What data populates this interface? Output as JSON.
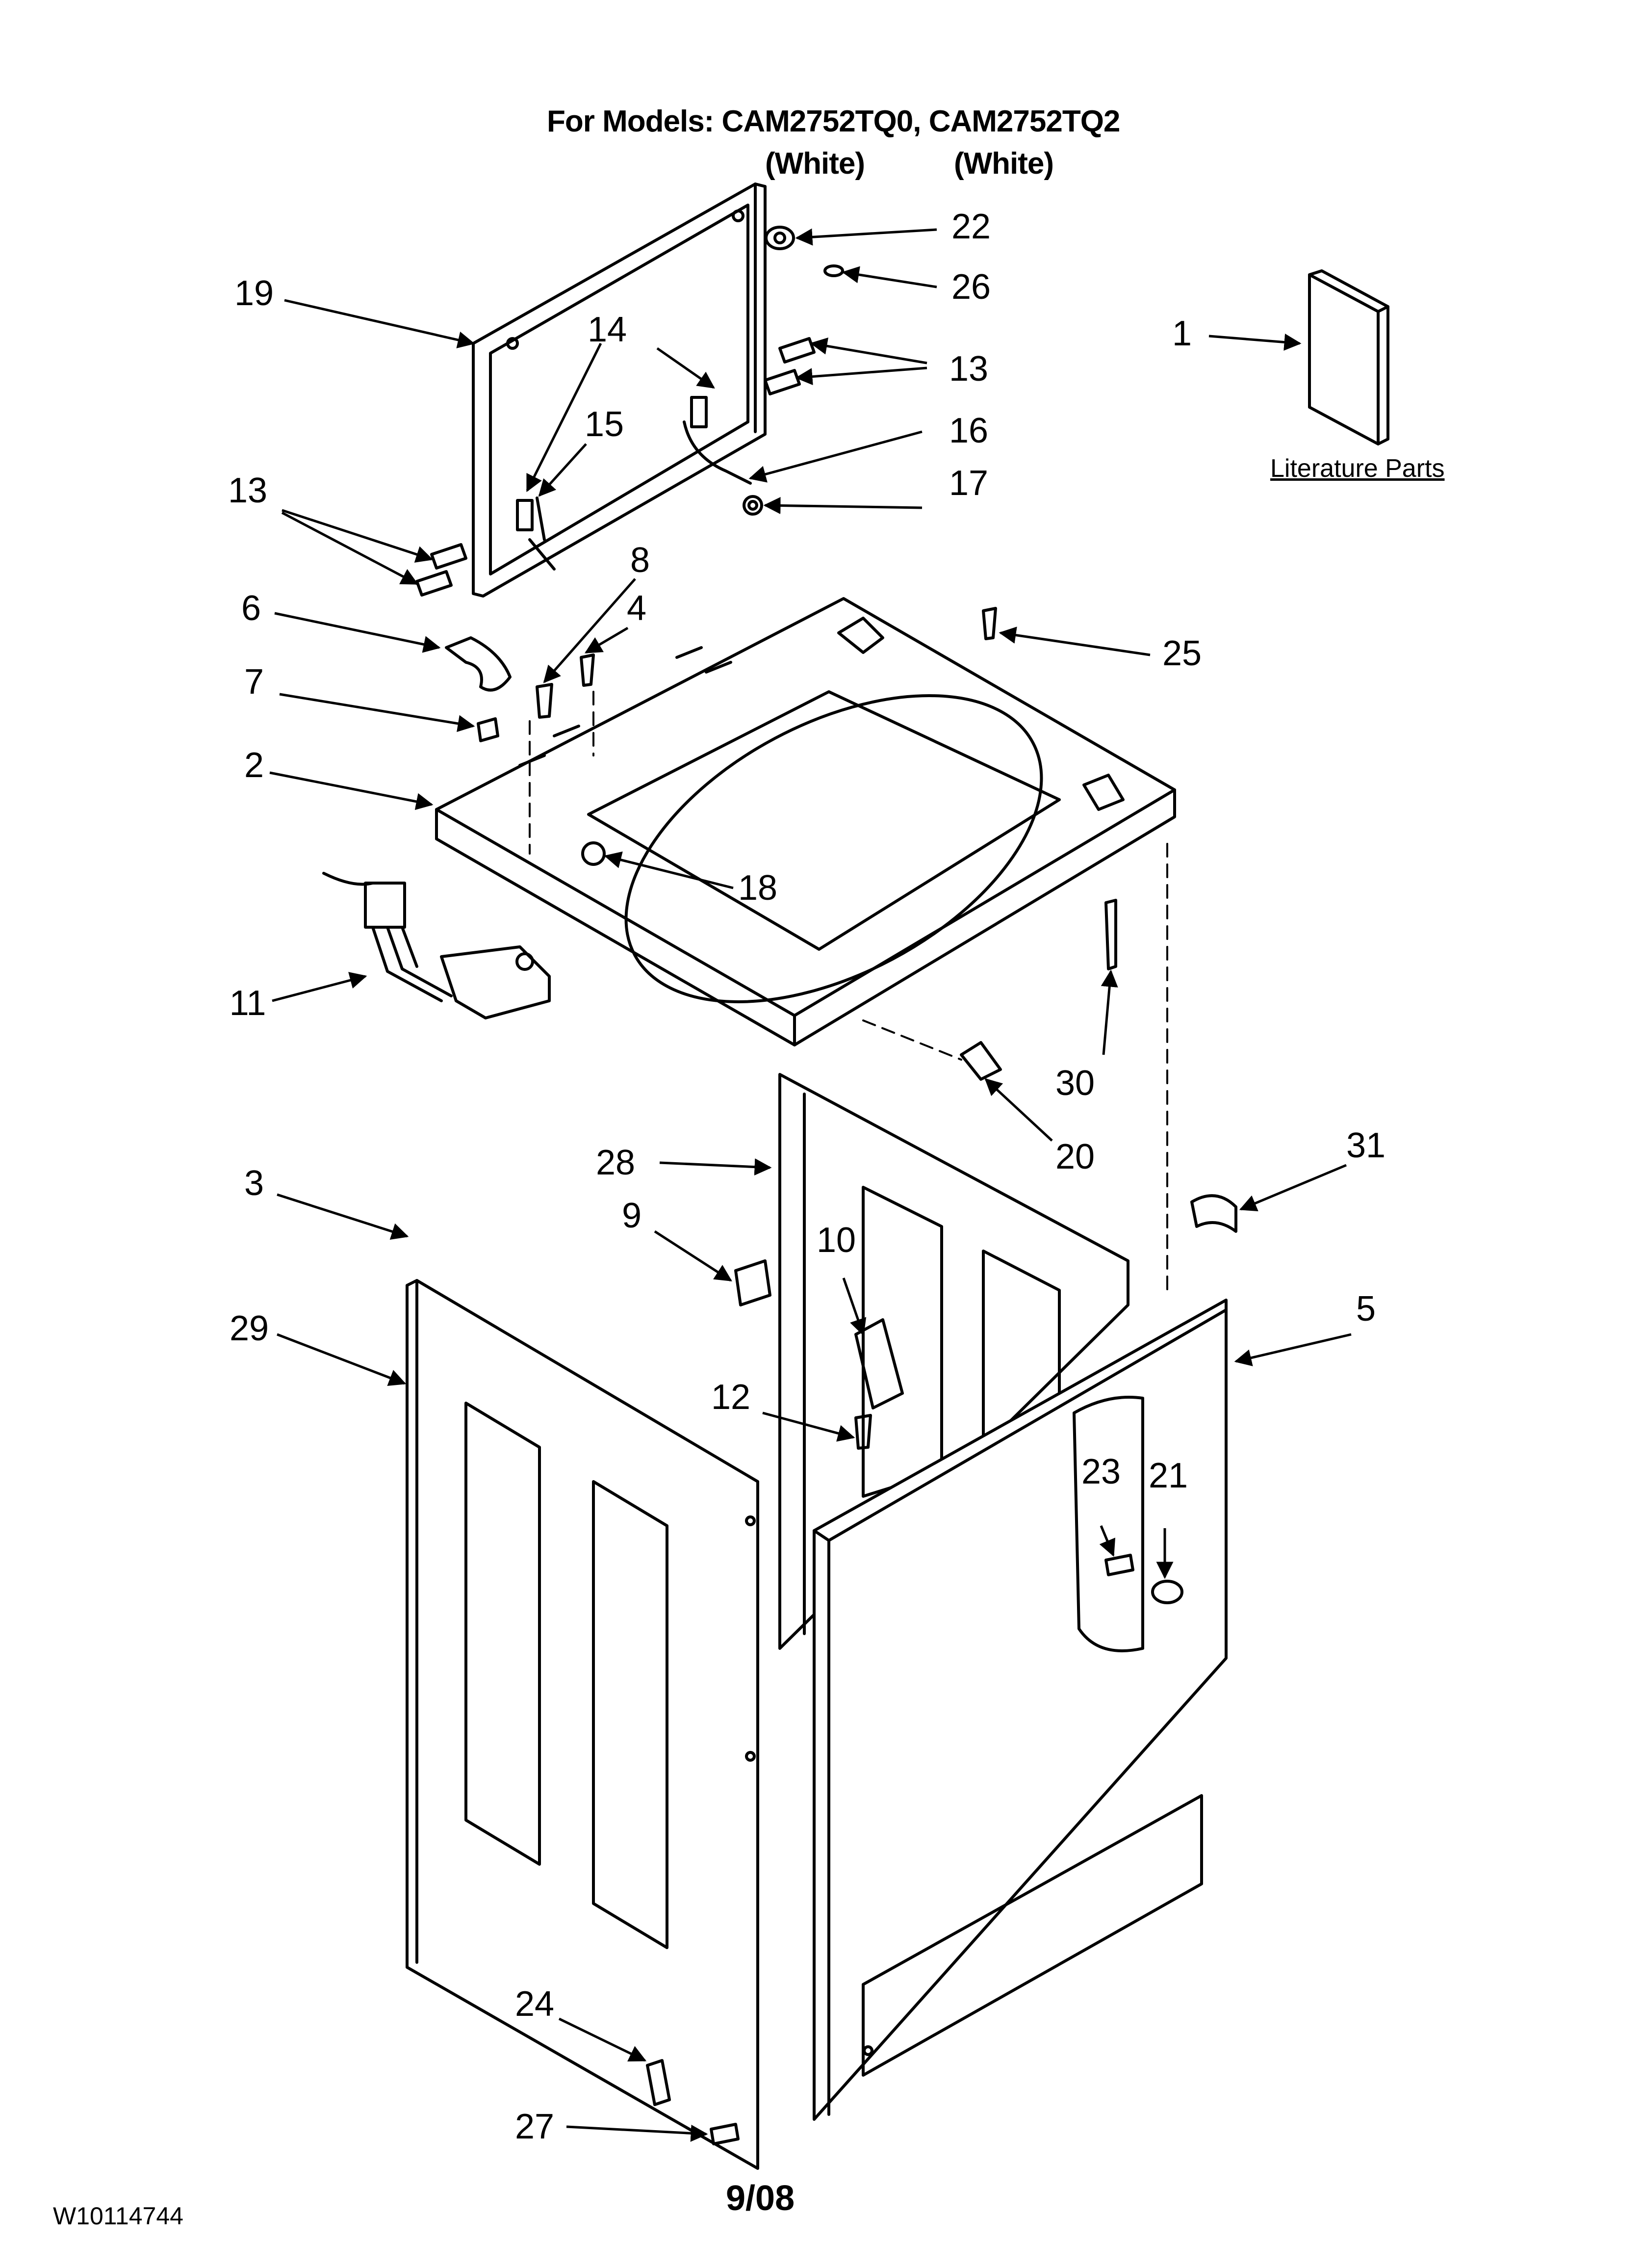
{
  "header": {
    "models_line": "For Models: CAM2752TQ0, CAM2752TQ2",
    "color_1": "(White)",
    "color_2": "(White)"
  },
  "literature_parts_label": "Literature Parts",
  "callouts": {
    "c1": "1",
    "c2": "2",
    "c3": "3",
    "c4": "4",
    "c5": "5",
    "c6": "6",
    "c7": "7",
    "c8": "8",
    "c9": "9",
    "c10": "10",
    "c11": "11",
    "c12": "12",
    "c13a": "13",
    "c13b": "13",
    "c14": "14",
    "c15": "15",
    "c16": "16",
    "c17": "17",
    "c18": "18",
    "c19": "19",
    "c20": "20",
    "c21": "21",
    "c22": "22",
    "c23": "23",
    "c24": "24",
    "c25": "25",
    "c26": "26",
    "c27": "27",
    "c28": "28",
    "c29": "29",
    "c30": "30",
    "c31": "31"
  },
  "footer": {
    "part_number": "W10114744",
    "date": "9/08"
  }
}
